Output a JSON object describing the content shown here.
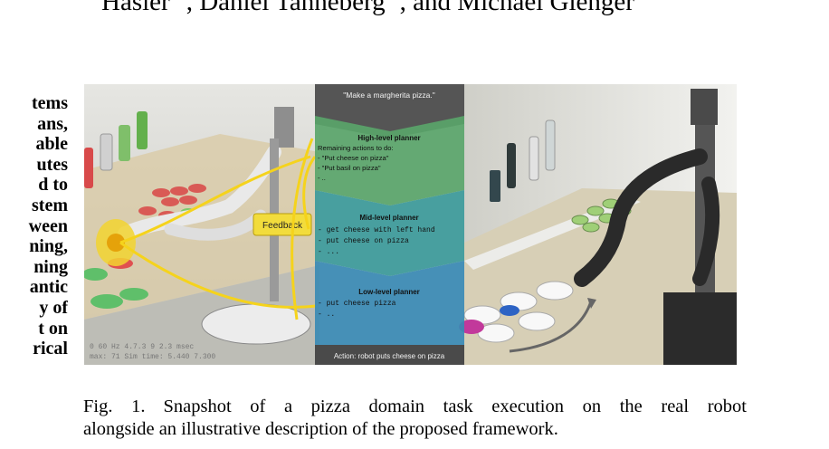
{
  "header": {
    "authors_fragment_1": "Hasler",
    "authors_fragment_2": ", Daniel Tanneberg",
    "authors_fragment_3": ", and Michael Gienger"
  },
  "left_column_lines": [
    "tems",
    "ans,",
    "able",
    "utes",
    "d to",
    "stem",
    "ween",
    "ning,",
    "ning",
    "antic",
    "y of",
    "t on",
    "rical"
  ],
  "figure": {
    "prompt": "\"Make a margherita pizza.\"",
    "high_level": {
      "title": "High-level planner",
      "lines": [
        "Remaining actions to do:",
        "- \"Put cheese on pizza\"",
        "- \"Put basil on pizza\"",
        "- .."
      ]
    },
    "mid_level": {
      "title": "Mid-level planner",
      "lines": [
        "- get cheese with left hand",
        "- put cheese on pizza",
        "- ..."
      ]
    },
    "low_level": {
      "title": "Low-level planner",
      "lines": [
        "- put cheese pizza",
        "- .."
      ]
    },
    "action": "Action: robot puts cheese on pizza",
    "feedback_label": "Feedback",
    "sim_overlay": [
      "0 60 Hz  4.7.3  9 2.3 msec",
      "max: 71  Sim time: 5.440  7.300"
    ],
    "colors": {
      "prompt_band": "#555555",
      "high_level": "#5aa56a",
      "mid_level": "#3c9a9a",
      "low_level": "#3a8ab4",
      "action_band": "#4a4a4a",
      "feedback": "#f2dc3c",
      "arrows": "#f5d31c"
    }
  },
  "caption": {
    "label": "Fig. 1.",
    "line1": "Snapshot of a pizza domain task execution on the real robot",
    "line2": "alongside an illustrative description of the proposed framework."
  }
}
